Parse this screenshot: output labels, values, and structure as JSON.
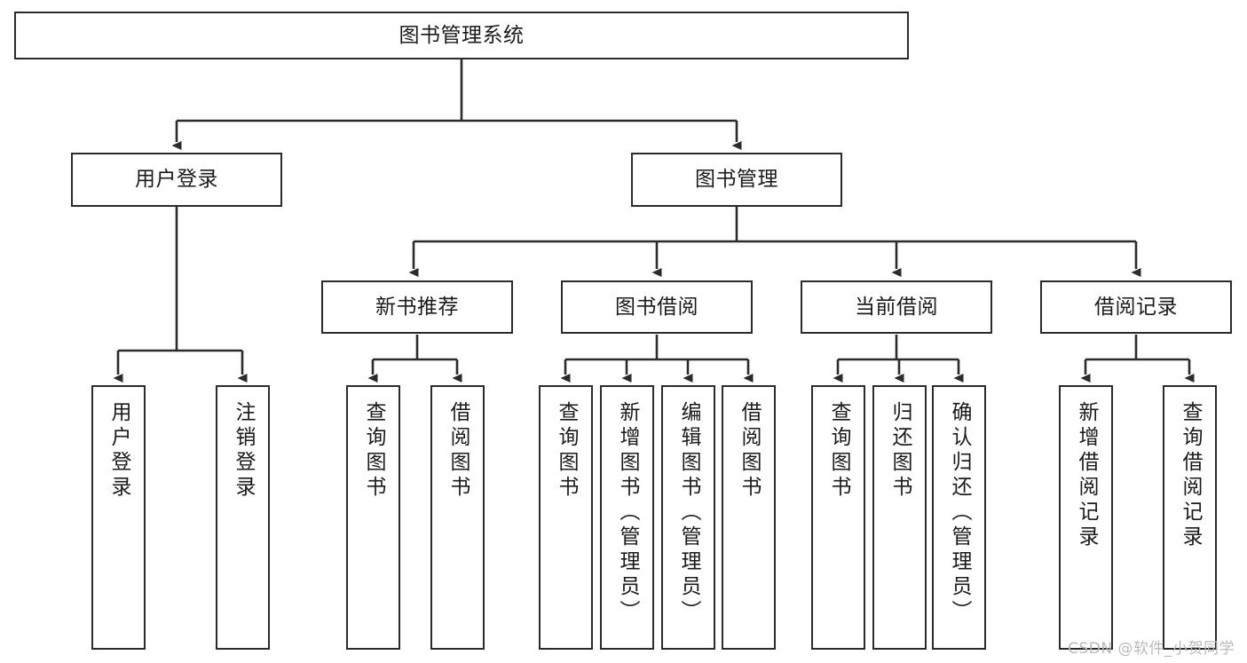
{
  "diagram": {
    "title": "图书管理系统",
    "type": "tree-hierarchy",
    "root": {
      "label": "图书管理系统"
    },
    "level2": [
      {
        "label": "用户登录"
      },
      {
        "label": "图书管理"
      }
    ],
    "level3": [
      {
        "label": "新书推荐"
      },
      {
        "label": "图书借阅"
      },
      {
        "label": "当前借阅"
      },
      {
        "label": "借阅记录"
      }
    ],
    "leaves": {
      "user_login": [
        {
          "label": "用户登录"
        },
        {
          "label": "注销登录"
        }
      ],
      "new_book_recommend": [
        {
          "label": "查询图书"
        },
        {
          "label": "借阅图书"
        }
      ],
      "book_borrow": [
        {
          "label": "查询图书"
        },
        {
          "label": "新增图书（管理员）"
        },
        {
          "label": "编辑图书（管理员）"
        },
        {
          "label": "借阅图书"
        }
      ],
      "current_borrow": [
        {
          "label": "查询图书"
        },
        {
          "label": "归还图书"
        },
        {
          "label": "确认归还（管理员）"
        }
      ],
      "borrow_record": [
        {
          "label": "新增借阅记录"
        },
        {
          "label": "查询借阅记录"
        }
      ]
    }
  },
  "watermark": {
    "text": "CSDN @软件_小贺同学"
  },
  "colors": {
    "stroke": "#2b2b2b",
    "background": "#ffffff",
    "text": "#1b1b1b",
    "watermark": "#b9b9b9"
  }
}
